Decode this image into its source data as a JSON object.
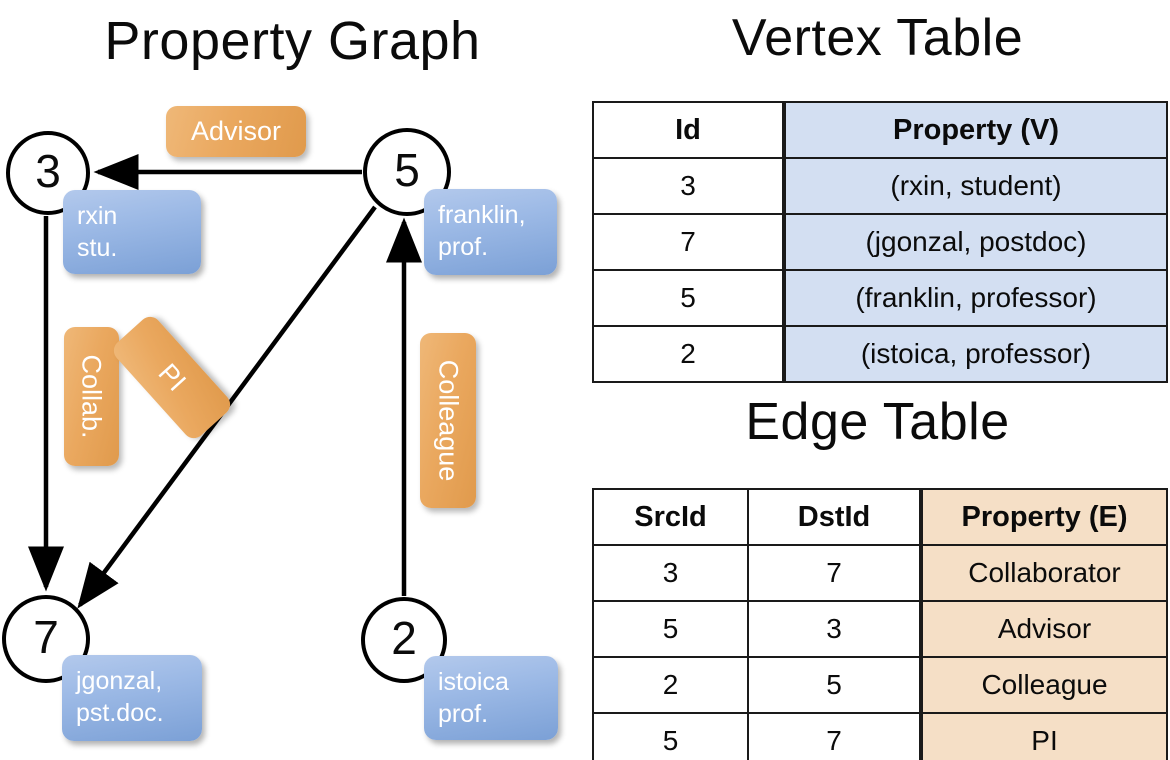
{
  "titles": {
    "property_graph": "Property Graph",
    "vertex_table": "Vertex Table",
    "edge_table": "Edge Table"
  },
  "graph": {
    "vertices": [
      {
        "id": "3",
        "property": "rxin\nstu.",
        "line1": "rxin",
        "line2": "stu."
      },
      {
        "id": "5",
        "property": "franklin, prof.",
        "line1": "franklin,",
        "line2": "prof."
      },
      {
        "id": "7",
        "property": "jgonzal, pst.doc.",
        "line1": "jgonzal,",
        "line2": "pst.doc."
      },
      {
        "id": "2",
        "property": "istoica prof.",
        "line1": "istoica",
        "line2": "prof."
      }
    ],
    "edge_labels": {
      "advisor": "Advisor",
      "collab": "Collab.",
      "pi": "PI",
      "colleague": "Colleague"
    },
    "edges": [
      {
        "src": "5",
        "dst": "3",
        "label": "Advisor"
      },
      {
        "src": "3",
        "dst": "7",
        "label": "Collab."
      },
      {
        "src": "5",
        "dst": "7",
        "label": "PI"
      },
      {
        "src": "2",
        "dst": "5",
        "label": "Colleague"
      }
    ]
  },
  "vertex_table": {
    "headers": [
      "Id",
      "Property (V)"
    ],
    "rows": [
      [
        "3",
        "(rxin, student)"
      ],
      [
        "7",
        "(jgonzal, postdoc)"
      ],
      [
        "5",
        "(franklin, professor)"
      ],
      [
        "2",
        "(istoica, professor)"
      ]
    ]
  },
  "edge_table": {
    "headers": [
      "SrcId",
      "DstId",
      "Property (E)"
    ],
    "rows": [
      [
        "3",
        "7",
        "Collaborator"
      ],
      [
        "5",
        "3",
        "Advisor"
      ],
      [
        "2",
        "5",
        "Colleague"
      ],
      [
        "5",
        "7",
        "PI"
      ]
    ]
  },
  "colors": {
    "vertex_property_fill": "#9dbae6",
    "edge_label_fill": "#eaa85f",
    "vertex_table_fill": "#d3dff2",
    "edge_table_fill": "#f5dfc6",
    "stroke": "#000000",
    "background": "#ffffff"
  }
}
